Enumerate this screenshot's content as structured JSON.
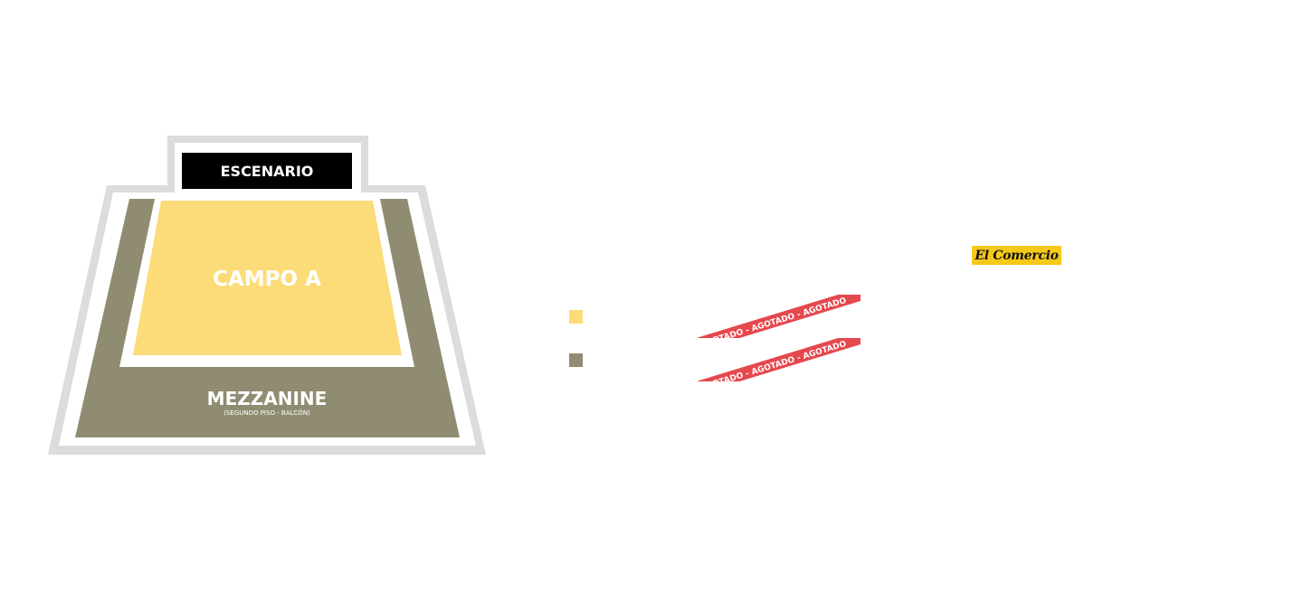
{
  "map": {
    "stage_label": "ESCENARIO",
    "campo_a_label": "CAMPO A",
    "mezzanine_label": "MEZZANINE",
    "mezzanine_sublabel": "(SEGUNDO PISO - BALCÓN)"
  },
  "legend": {
    "items": [
      {
        "color": "#fcdc78",
        "status": "AGOTADO - AGOTADO - AGOTADO"
      },
      {
        "color": "#8f8c72",
        "status": "AGOTADO - AGOTADO - AGOTADO"
      }
    ]
  },
  "logo": {
    "text": "El Comercio",
    "background": "#f5c919"
  },
  "colors": {
    "outline": "#dcdcdc",
    "campo": "#fcdc78",
    "mezzanine": "#8f8c72",
    "stage": "#000000",
    "sold_out_ribbon": "#e5484d"
  }
}
